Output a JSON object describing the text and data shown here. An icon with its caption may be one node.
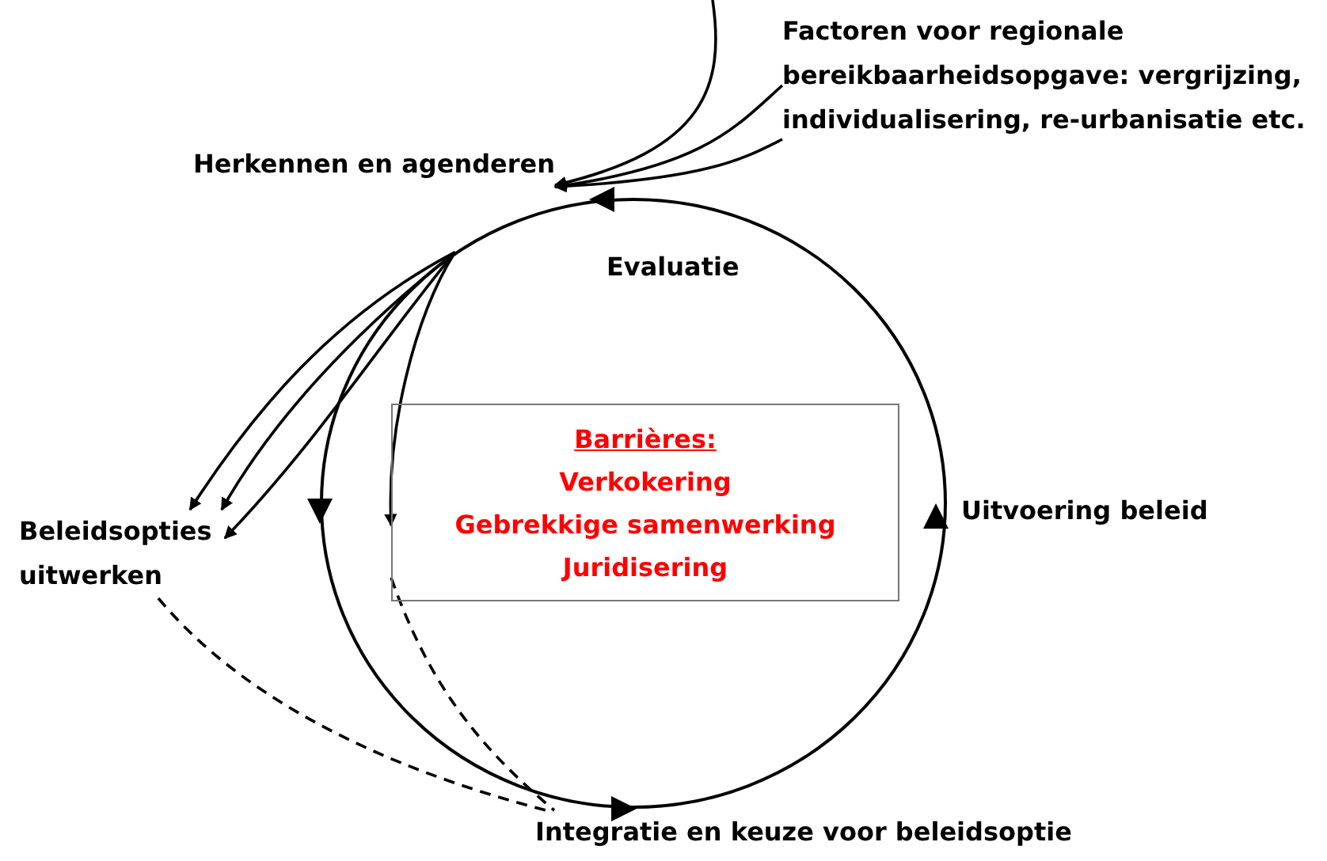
{
  "diagram": {
    "nodes": [
      {
        "text": [
          "Factoren voor regionale bereikbaarheidsopgave: vergrijzing, individualisering, re-urbanisatie etc."
        ]
      },
      {
        "text": [
          "Herkennen en agenderen"
        ]
      },
      {
        "text": [
          "Beleidsopties uitwerken"
        ]
      },
      {
        "text": [
          "Integratie en keuze voor beleidsoptie"
        ]
      },
      {
        "text": [],
        "shape": "circle"
      },
      {
        "text": [
          "Barrières:",
          "Verkokering",
          "Gebrekkige samenwerking",
          "Juridisering"
        ],
        "in": 4
      }
    ],
    "edges": [
      {
        "from": null,
        "to": 1,
        "arrow": "to"
      },
      {
        "from": 0,
        "to": 1,
        "arrow": "to"
      },
      {
        "from": 0,
        "to": 1,
        "arrow": "to"
      },
      {
        "from": 4,
        "to": 2,
        "arrow": "to"
      },
      {
        "from": 4,
        "to": 2,
        "arrow": "to"
      },
      {
        "from": 4,
        "to": 2,
        "arrow": "to"
      },
      {
        "from": 4,
        "to": 5,
        "arrow": "to"
      },
      {
        "from": 2,
        "to": 3,
        "arrow": "none",
        "style": "dashed"
      },
      {
        "from": 5,
        "to": 3,
        "arrow": "none",
        "style": "dashed"
      }
    ],
    "labels": [
      "Evaluatie",
      "Uitvoering beleid"
    ]
  }
}
